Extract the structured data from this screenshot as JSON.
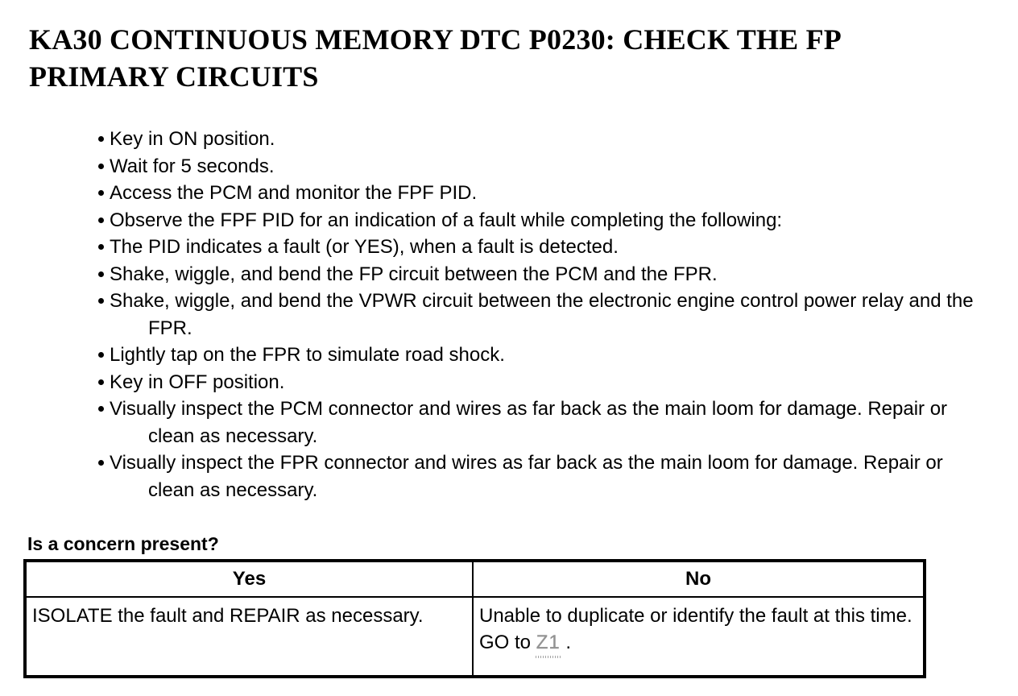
{
  "document": {
    "title": "KA30 CONTINUOUS MEMORY DTC P0230: CHECK THE FP PRIMARY CIRCUITS"
  },
  "steps": [
    {
      "text": "Key in ON position.",
      "wrapped": false
    },
    {
      "text": "Wait for 5 seconds.",
      "wrapped": false
    },
    {
      "text": "Access the PCM and monitor the FPF PID.",
      "wrapped": false
    },
    {
      "text": "Observe the FPF PID for an indication of a fault while completing the following:",
      "wrapped": false
    },
    {
      "text": "The PID indicates a fault (or YES), when a fault is detected.",
      "wrapped": false
    },
    {
      "text": "Shake, wiggle, and bend the FP circuit between the PCM and the FPR.",
      "wrapped": false
    },
    {
      "text": "Shake, wiggle, and bend the VPWR circuit between the electronic engine control power relay and the FPR.",
      "wrapped": true
    },
    {
      "text": "Lightly tap on the FPR to simulate road shock.",
      "wrapped": false
    },
    {
      "text": "Key in OFF position.",
      "wrapped": false
    },
    {
      "text": "Visually inspect the PCM connector and wires as far back as the main loom for damage. Repair or clean as necessary.",
      "wrapped": true
    },
    {
      "text": "Visually inspect the FPR connector and wires as far back as the main loom for damage. Repair or clean as necessary.",
      "wrapped": true
    }
  ],
  "question": "Is a concern present?",
  "decision_table": {
    "headers": {
      "yes": "Yes",
      "no": "No"
    },
    "cells": {
      "yes": "ISOLATE the fault and REPAIR as necessary.",
      "no_prefix": "Unable to duplicate or identify the fault at this time. GO to ",
      "no_xref": "Z1",
      "no_suffix": " ."
    }
  },
  "colors": {
    "text": "#000000",
    "background": "#ffffff",
    "border": "#000000"
  }
}
